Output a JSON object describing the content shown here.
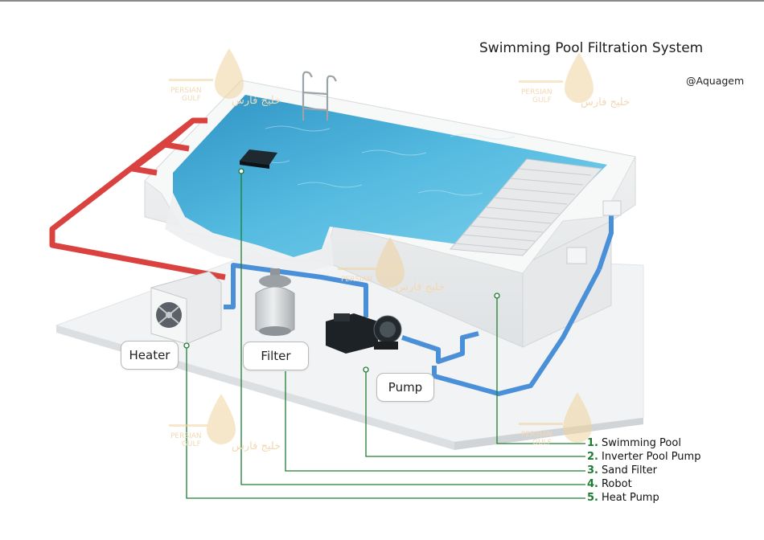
{
  "header": {
    "title": "Swimming Pool Filtration System",
    "credit": "@Aquagem"
  },
  "callouts": {
    "heater": "Heater",
    "filter": "Filter",
    "pump": "Pump"
  },
  "legend": {
    "items": [
      {
        "number": "1.",
        "label": "Swimming Pool"
      },
      {
        "number": "2.",
        "label": "Inverter Pool Pump"
      },
      {
        "number": "3.",
        "label": "Sand Filter"
      },
      {
        "number": "4.",
        "label": "Robot"
      },
      {
        "number": "5.",
        "label": "Heat Pump"
      }
    ]
  },
  "watermark": {
    "line1": "PERSIAN",
    "line2": "GULF",
    "script": "خلیج فارس"
  },
  "colors": {
    "water": "#4fb3d9",
    "hot_pipe": "#d9423f",
    "cold_pipe": "#4a90d9",
    "leader": "#1e7d32",
    "watermark": "#f0d3a0"
  }
}
